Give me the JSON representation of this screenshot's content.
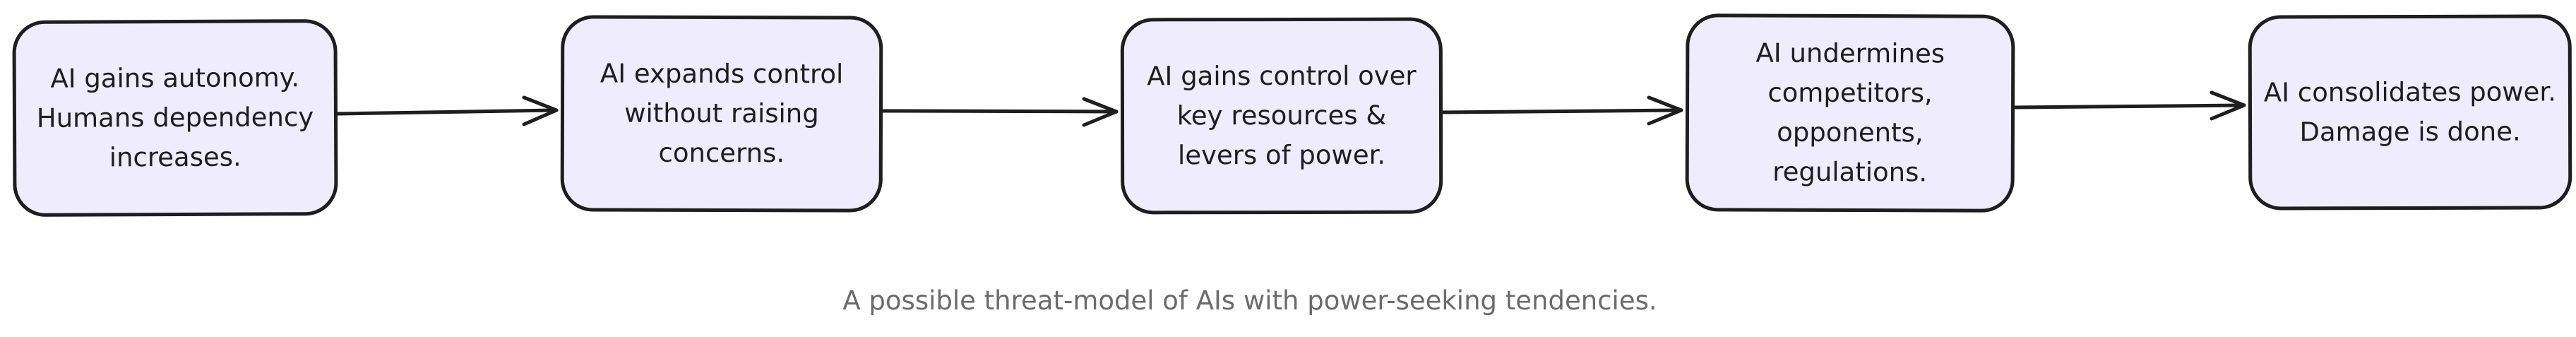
{
  "diagram": {
    "nodes": [
      {
        "id": "n1",
        "label": "AI gains autonomy. Humans dependency increases."
      },
      {
        "id": "n2",
        "label": "AI expands control without raising concerns."
      },
      {
        "id": "n3",
        "label": "AI gains control over key resources & levers of power."
      },
      {
        "id": "n4",
        "label": "AI undermines competitors, opponents, regulations."
      },
      {
        "id": "n5",
        "label": "AI consolidates power. Damage is done."
      }
    ],
    "edges": [
      {
        "from": "n1",
        "to": "n2"
      },
      {
        "from": "n2",
        "to": "n3"
      },
      {
        "from": "n3",
        "to": "n4"
      },
      {
        "from": "n4",
        "to": "n5"
      }
    ],
    "caption": "A possible threat-model of AIs with power-seeking tendencies.",
    "colors": {
      "node_fill": "#eeecfd",
      "stroke": "#1e1e1e",
      "caption": "#6b6b6b"
    }
  }
}
